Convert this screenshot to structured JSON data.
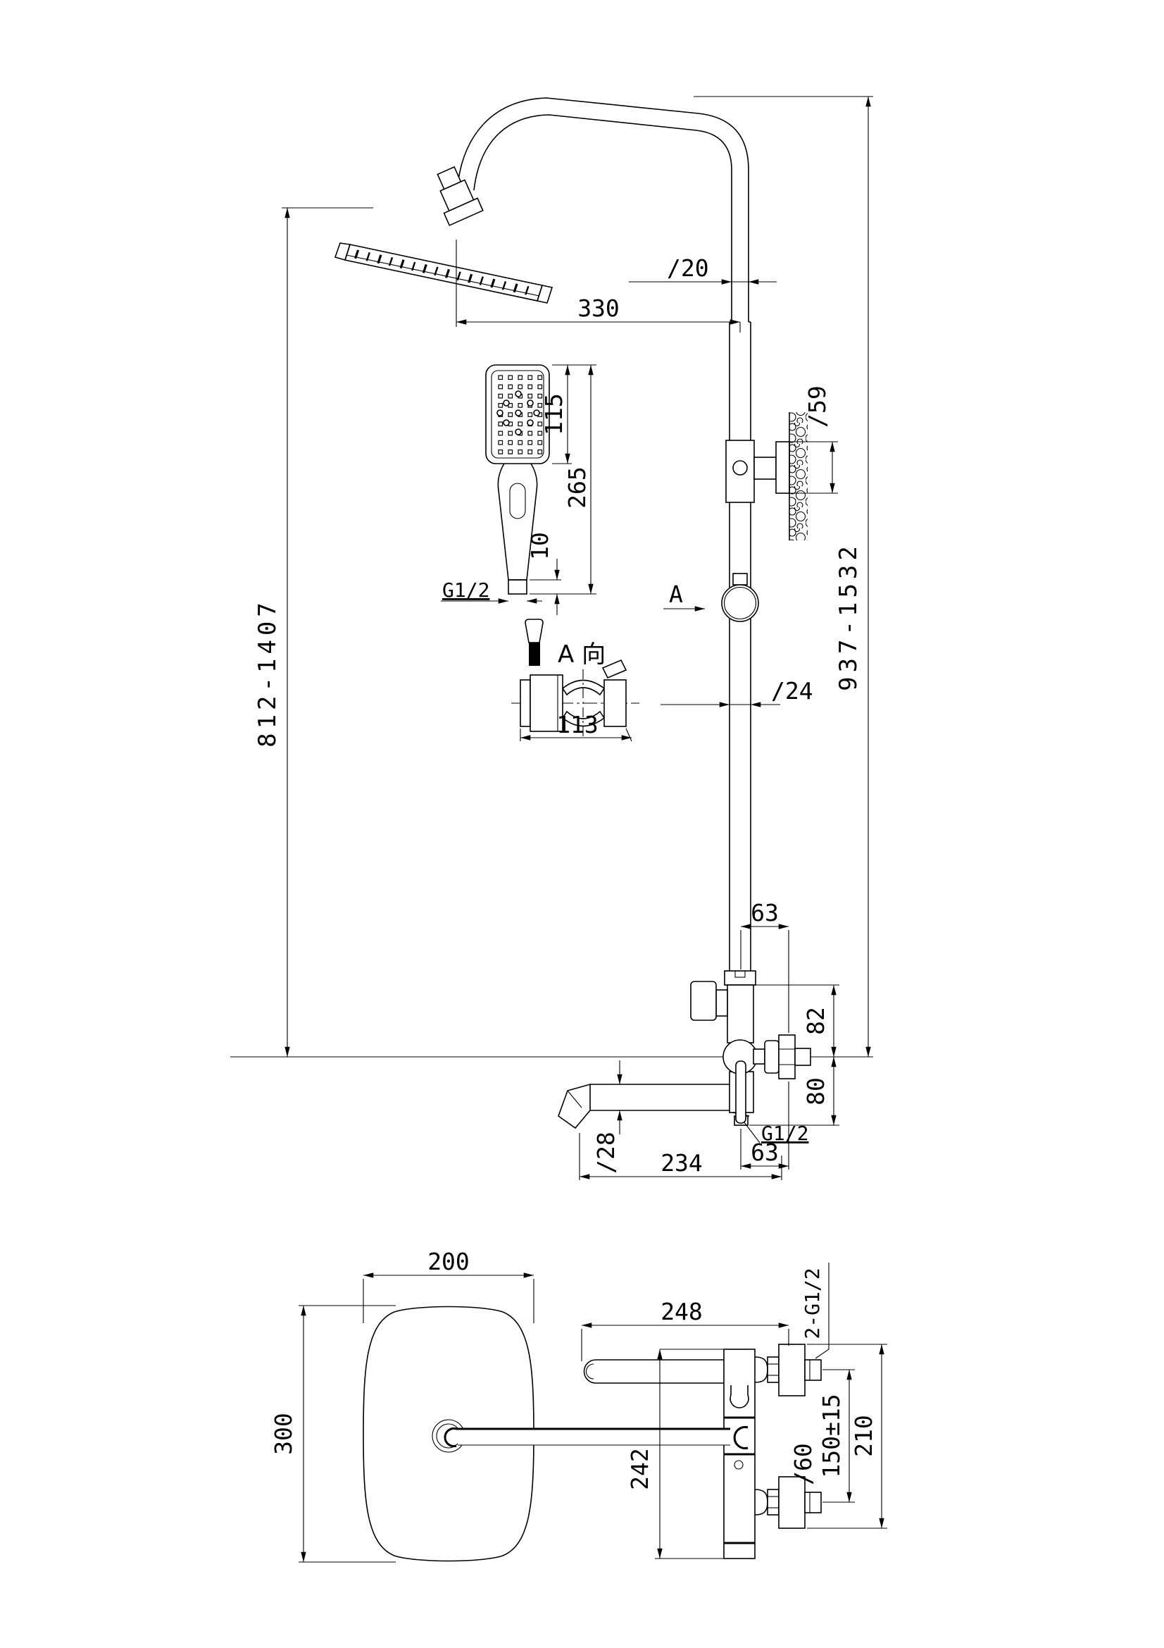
{
  "front_view": {
    "dimensions": {
      "arm_tube_diameter": "∕20",
      "arm_reach": "330",
      "column_height_right": "937-1532",
      "head_height_left": "812-1407",
      "wall_flange_diameter": "∕59",
      "pipe_diameter": "∕24",
      "handshower_face_width": "115",
      "handshower_length": "265",
      "handshower_outlet_length": "10",
      "handshower_thread": "G1/2",
      "bracket_width": "113",
      "valve_offset_top": "63",
      "valve_above_center": "82",
      "valve_below_center": "80",
      "hose_outlet_thread": "G1/2",
      "valve_offset_bottom": "63",
      "spout_reach": "234",
      "spout_diameter": "∕28"
    },
    "annotations": {
      "section_arrow_letter": "A",
      "section_view_title": "A 向"
    }
  },
  "plan_view": {
    "dimensions": {
      "head_width": "200",
      "head_depth": "300",
      "spout_reach_total": "248",
      "arm_to_inlet": "242",
      "inlet_threads": "2-G1/2",
      "inlet_spacing": "150±15",
      "valve_height": "210",
      "inlet_flange_diameter": "∕60"
    }
  }
}
